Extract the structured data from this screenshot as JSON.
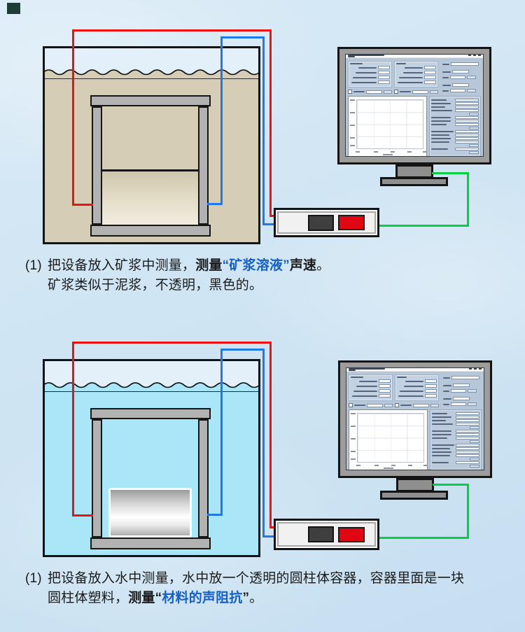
{
  "colors": {
    "background": "#cfe5f4",
    "tank_air": "#e3f0fa",
    "slurry": "#d5cdb5",
    "water": "#a9e7f8",
    "fixture_gray": "#b2b2b2",
    "monitor_gray": "#9c9c9c",
    "screen_bg": "#b7c7da",
    "wire_red": "#ee1111",
    "wire_blue": "#2079e8",
    "wire_green": "#06cf42",
    "button_dark": "#3f3f3f",
    "button_red": "#e00713",
    "caption_text": "#1b1b1b",
    "caption_highlight": "#1460c4",
    "corner_mark": "#1f3d36"
  },
  "captions": {
    "caption1": {
      "marker": "(1)",
      "line1": {
        "normal1": "把设备放入矿浆中测量，",
        "bold1": "测量",
        "highlight": "“矿浆溶液”",
        "bold2": "声速",
        "end": "。"
      },
      "line2": "矿浆类似于泥浆，不透明，黑色的。"
    },
    "caption2": {
      "marker": "(1)",
      "line1": "把设备放入水中测量，水中放一个透明的圆柱体容器，容器里面是一块",
      "line2": {
        "normal1": "圆柱体塑料，",
        "bold1": "测量",
        "quote_open": "“",
        "highlight": "材料的声阻抗",
        "quote_close": "”",
        "end": "。"
      }
    }
  }
}
